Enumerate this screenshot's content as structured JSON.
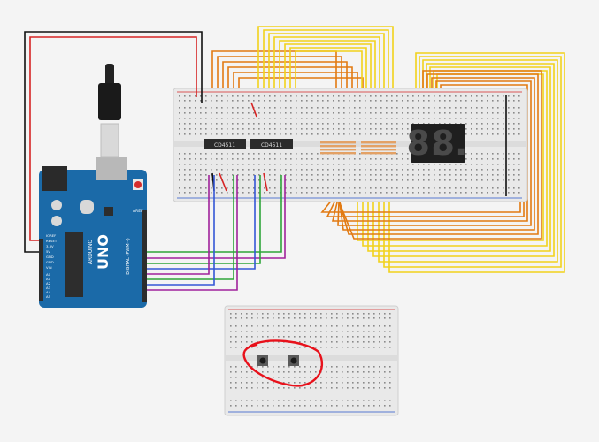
{
  "arduino": {
    "brand_label": "ARDUINO",
    "model_label": "UNO",
    "power_labels": [
      "IOREF",
      "RESET",
      "3.3V",
      "5V",
      "GND",
      "GND",
      "VIN"
    ],
    "analog_labels": [
      "A0",
      "A1",
      "A2",
      "A3",
      "A4",
      "A5"
    ],
    "header_top_label": "AREF",
    "header_bottom_label": "DIGITAL (PWM~)"
  },
  "main_breadboard": {
    "chips": [
      {
        "label": "CD4511"
      },
      {
        "label": "CD4511"
      }
    ],
    "display": {
      "digits": [
        {
          "segments": "8."
        },
        {
          "segments": "8."
        }
      ],
      "color": "#222222"
    }
  },
  "small_breadboard": {
    "buttons": [
      {
        "name": "button-1"
      },
      {
        "name": "button-2"
      }
    ],
    "annotation_color": "#e8111b"
  },
  "colors": {
    "board_blue": "#1b6aa8",
    "wire_red": "#d62424",
    "wire_black": "#111111",
    "wire_orange": "#e27a12",
    "wire_yellow": "#f2d21b",
    "wire_green": "#2ea53a",
    "wire_purple": "#a0229b",
    "wire_blue": "#3456d6",
    "resistor": "#e3a165"
  }
}
